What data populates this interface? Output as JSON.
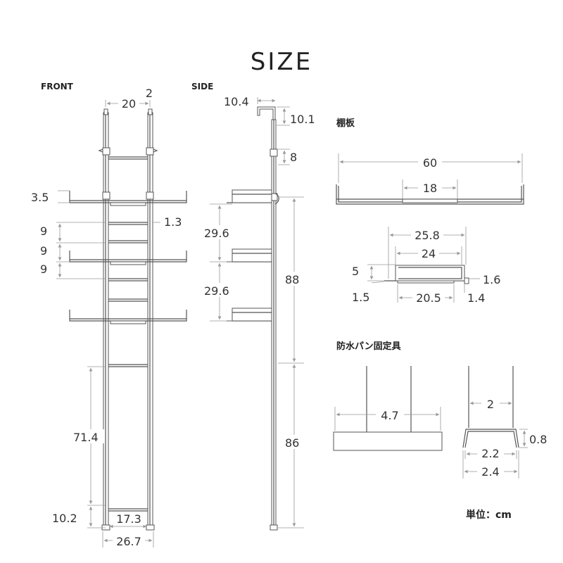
{
  "title": "SIZE",
  "views": {
    "front": "FRONT",
    "side": "SIDE"
  },
  "sections": {
    "shelf": "棚板",
    "fixture": "防水パン固定具"
  },
  "unit_label": "単位：cm",
  "front": {
    "top_width": "20",
    "pole_width": "2",
    "shelf_lip": "3.5",
    "rung_thickness": "1.3",
    "gap_1": "9",
    "gap_2": "9",
    "gap_3": "9",
    "lower_height": "71.4",
    "base_height": "10.2",
    "inner_width": "17.3",
    "base_width": "26.7"
  },
  "side": {
    "hook_width": "10.4",
    "hook_height": "10.1",
    "clamp_height": "8",
    "shelf_gap_1": "29.6",
    "shelf_gap_2": "29.6",
    "upper_height": "88",
    "lower_height": "86"
  },
  "shelf": {
    "width": "60",
    "bracket_width": "18",
    "depth": "25.8",
    "inner_depth": "24",
    "height": "5",
    "lip": "1.6",
    "edge": "1.5",
    "base_depth": "20.5",
    "base_offset": "1.4"
  },
  "fixture": {
    "width": "4.7",
    "gap": "2",
    "depth": "0.8",
    "inner": "2.2",
    "outer": "2.4"
  }
}
